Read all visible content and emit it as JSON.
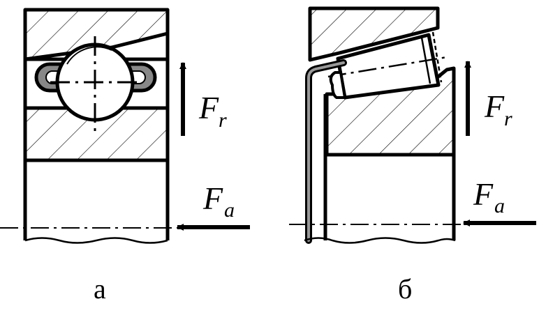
{
  "colors": {
    "ink": "#000000",
    "fill": "#ffffff",
    "cage": "#888888"
  },
  "panels": [
    {
      "caption": "а",
      "radial_force": {
        "symbol": "F",
        "subscript": "r"
      },
      "axial_force": {
        "symbol": "F",
        "subscript": "a"
      }
    },
    {
      "caption": "б",
      "radial_force": {
        "symbol": "F",
        "subscript": "r"
      },
      "axial_force": {
        "symbol": "F",
        "subscript": "a"
      }
    }
  ]
}
